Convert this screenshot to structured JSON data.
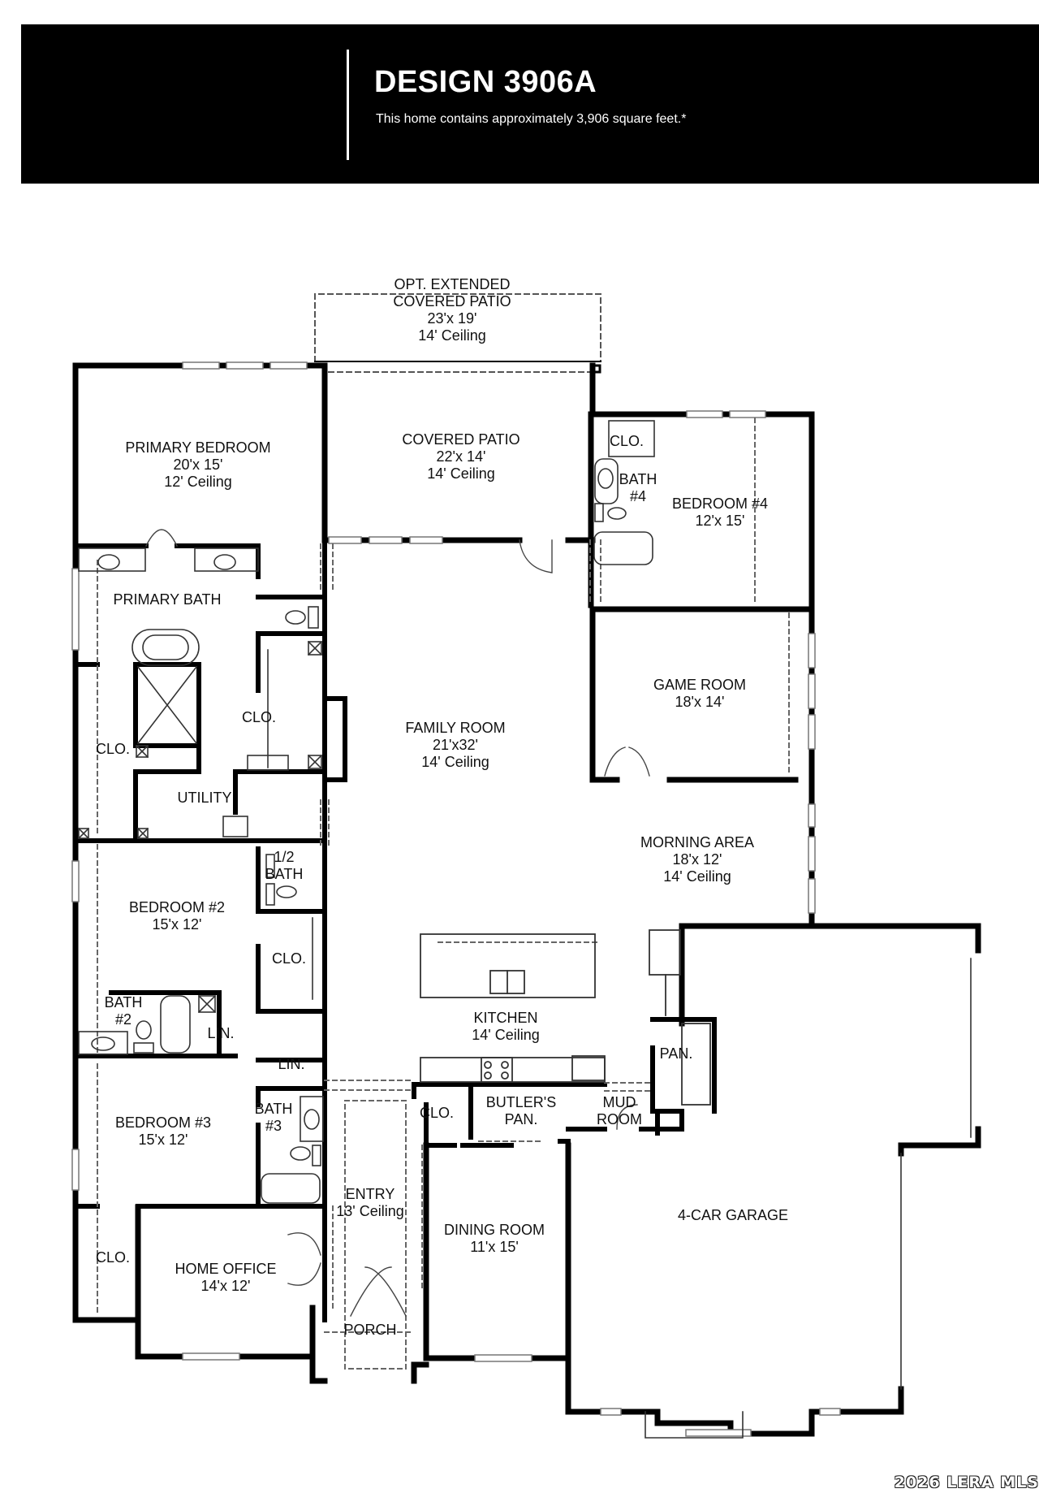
{
  "header": {
    "title": "DESIGN 3906A",
    "subtitle": "This home contains approximately 3,906 square feet.*"
  },
  "rooms": {
    "opt_patio": {
      "name_line1": "OPT. EXTENDED",
      "name_line2": "COVERED PATIO",
      "dim": "23'x 19'",
      "ceiling": "14' Ceiling"
    },
    "covered_patio": {
      "name": "COVERED PATIO",
      "dim": "22'x 14'",
      "ceiling": "14' Ceiling"
    },
    "primary_bedroom": {
      "name": "PRIMARY BEDROOM",
      "dim": "20'x 15'",
      "ceiling": "12' Ceiling"
    },
    "primary_bath": {
      "name": "PRIMARY BATH"
    },
    "primary_clo_left": {
      "name": "CLO."
    },
    "primary_clo_walkin": {
      "name": "CLO."
    },
    "utility": {
      "name": "UTILITY"
    },
    "family_room": {
      "name": "FAMILY ROOM",
      "dim": "21'x32'",
      "ceiling": "14' Ceiling"
    },
    "bath4_clo": {
      "name": "CLO."
    },
    "bath4": {
      "name_line1": "BATH",
      "name_line2": "#4"
    },
    "bedroom4": {
      "name": "BEDROOM #4",
      "dim": "12'x 15'"
    },
    "game_room": {
      "name": "GAME ROOM",
      "dim": "18'x 14'"
    },
    "morning_area": {
      "name": "MORNING AREA",
      "dim": "18'x 12'",
      "ceiling": "14' Ceiling"
    },
    "half_bath": {
      "name_line1": "1/2",
      "name_line2": "BATH"
    },
    "bedroom2": {
      "name": "BEDROOM #2",
      "dim": "15'x 12'"
    },
    "bedroom2_clo": {
      "name": "CLO."
    },
    "bath2": {
      "name_line1": "BATH",
      "name_line2": "#2"
    },
    "lin_a": {
      "name": "LIN."
    },
    "lin_b": {
      "name": "LIN."
    },
    "kitchen": {
      "name": "KITCHEN",
      "ceiling": "14' Ceiling"
    },
    "pantry": {
      "name": "PAN."
    },
    "entry_clo": {
      "name": "CLO."
    },
    "butlers_pan": {
      "name_line1": "BUTLER'S",
      "name_line2": "PAN."
    },
    "mud_room": {
      "name_line1": "MUD",
      "name_line2": "ROOM"
    },
    "bedroom3": {
      "name": "BEDROOM #3",
      "dim": "15'x 12'"
    },
    "bath3": {
      "name_line1": "BATH",
      "name_line2": "#3"
    },
    "entry": {
      "name": "ENTRY",
      "ceiling": "13' Ceiling"
    },
    "dining_room": {
      "name": "DINING ROOM",
      "dim": "11'x 15'"
    },
    "garage": {
      "name": "4-CAR GARAGE"
    },
    "office_clo": {
      "name": "CLO."
    },
    "home_office": {
      "name": "HOME OFFICE",
      "dim": "14'x 12'"
    },
    "porch": {
      "name": "PORCH"
    }
  },
  "watermark": "2026 LERA MLS"
}
